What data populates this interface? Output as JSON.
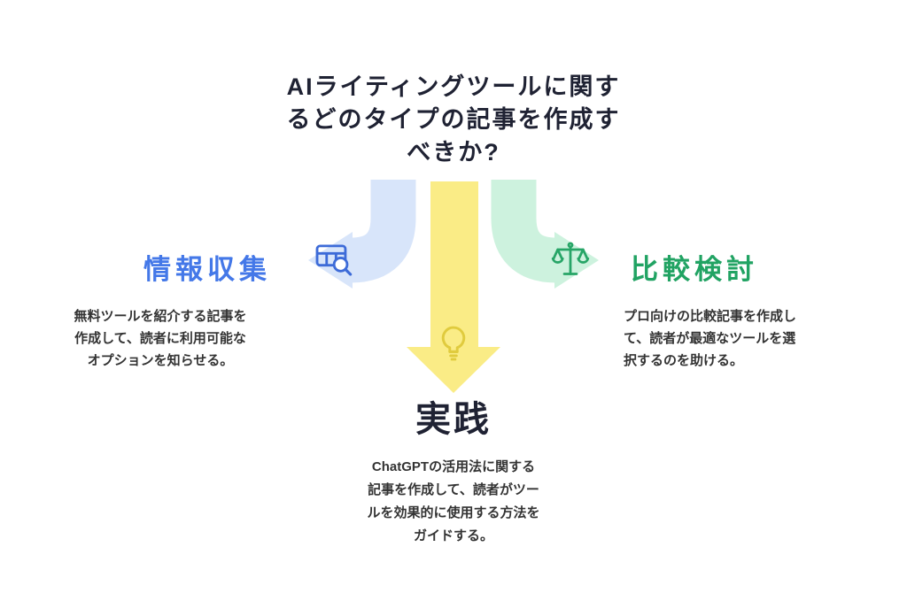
{
  "title": "AIライティングツールに関す\nるどのタイプの記事を作成す\nべきか?",
  "branches": [
    {
      "id": "information-gathering",
      "heading": "情報収集",
      "description": "無料ツールを紹介する記事を\n作成して、読者に利用可能な\nオプションを知らせる。",
      "icon": "table-search-icon",
      "arrow": "left-curved-arrow"
    },
    {
      "id": "practice",
      "heading": "実践",
      "description": "ChatGPTの活用法に関する\n記事を作成して、読者がツー\nルを効果的に使用する方法を\nガイドする。",
      "icon": "lightbulb-icon",
      "arrow": "center-down-arrow"
    },
    {
      "id": "comparison",
      "heading": "比較検討",
      "description": "プロ向けの比較記事を作成し\nて、読者が最適なツールを選\n択するのを助ける。",
      "icon": "scales-icon",
      "arrow": "right-curved-arrow"
    }
  ],
  "colors": {
    "title-text": "#1F2233",
    "body-text": "#333333",
    "blue-heading": "#4478E8",
    "green-heading": "#21A363",
    "arrow-blue": "#D8E5FA",
    "arrow-yellow": "#FAEC86",
    "arrow-green": "#CDF2DE",
    "icon-blue": "#3D6BD8",
    "icon-green": "#27A567",
    "icon-yellow": "#E0CB3E"
  }
}
